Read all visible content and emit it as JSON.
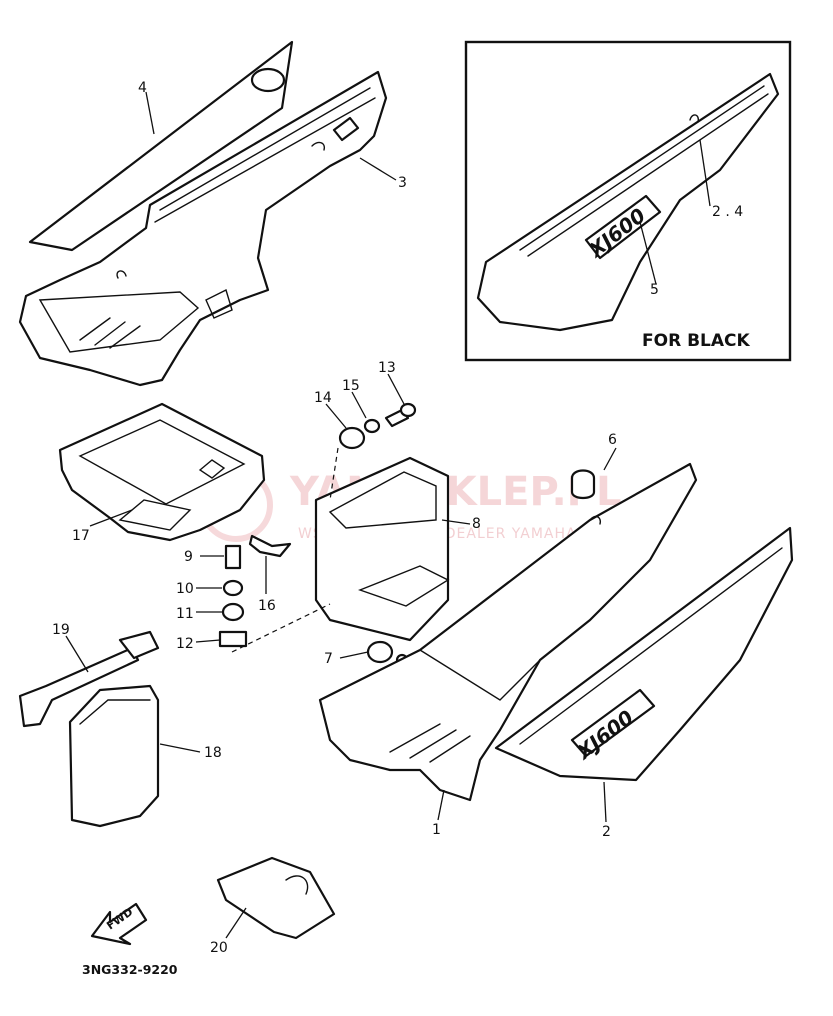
{
  "inset": {
    "label": "FOR BLACK"
  },
  "callouts": [
    "4",
    "3",
    "2 . 4",
    "5",
    "13",
    "15",
    "14",
    "6",
    "17",
    "8",
    "9",
    "16",
    "10",
    "11",
    "12",
    "7",
    "19",
    "18",
    "1",
    "2",
    "20"
  ],
  "footer": {
    "part_code": "3NG332-9220"
  },
  "badges": {
    "fwd": "FWD",
    "model_inset": "XJ600",
    "model_cover": "XJ600"
  },
  "watermark": {
    "title": "YAMASKLEP.PL",
    "subtitle": "WSPÓŁCHOWICZ I DEALER YAMAHA"
  },
  "colors": {
    "line": "#111111",
    "watermark": "#f2c9cc"
  }
}
